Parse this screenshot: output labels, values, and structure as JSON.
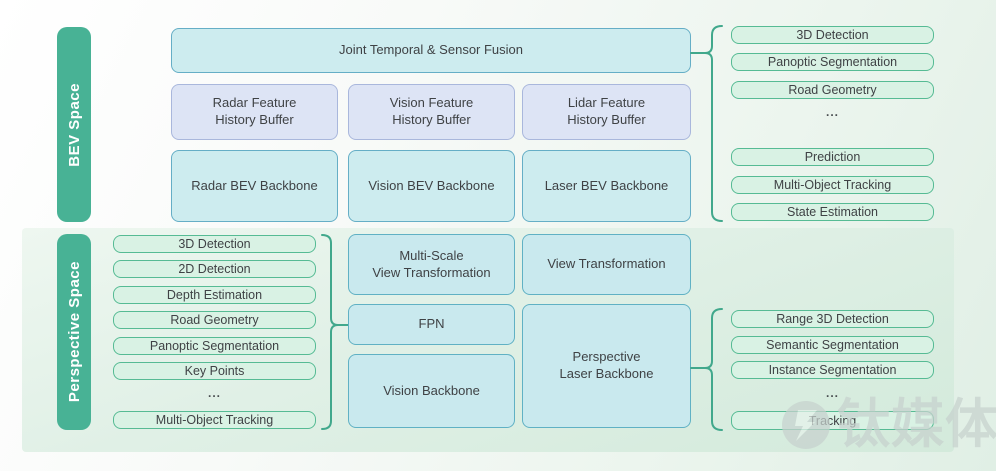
{
  "title": "BEV / Perspective space perception architecture diagram",
  "colors": {
    "pill_green": "#48b295",
    "cyan_fill": "#cdecef",
    "cyan_border": "#65aec6",
    "lavender_fill": "#dde4f5",
    "lavender_border": "#a9b7dc",
    "mint_fill": "#d9f2e4",
    "mint_border": "#56bb94",
    "bracket_green": "#41a88c",
    "text_dark": "#3f4245"
  },
  "bev": {
    "label": "BEV Space",
    "fusion_label": "Joint Temporal & Sensor Fusion",
    "history_buffers": [
      {
        "line1": "Radar Feature",
        "line2": "History Buffer"
      },
      {
        "line1": "Vision Feature",
        "line2": "History Buffer"
      },
      {
        "line1": "Lidar Feature",
        "line2": "History Buffer"
      }
    ],
    "backbones": [
      "Radar BEV Backbone",
      "Vision BEV Backbone",
      "Laser BEV Backbone"
    ],
    "outputs": [
      "3D Detection",
      "Panoptic Segmentation",
      "Road Geometry",
      "...",
      "Prediction",
      "Multi-Object Tracking",
      "State Estimation"
    ]
  },
  "perspective": {
    "label": "Perspective Space",
    "tasks": [
      "3D Detection",
      "2D Detection",
      "Depth Estimation",
      "Road Geometry",
      "Panoptic Segmentation",
      "Key Points",
      "...",
      "Multi-Object Tracking"
    ],
    "vision_stack": {
      "view_transform_line1": "Multi-Scale",
      "view_transform_line2": "View Transformation",
      "fpn": "FPN",
      "backbone": "Vision Backbone"
    },
    "laser_stack": {
      "view_transform": "View Transformation",
      "backbone_line1": "Perspective",
      "backbone_line2": "Laser Backbone"
    },
    "laser_outputs": [
      "Range 3D Detection",
      "Semantic Segmentation",
      "Instance Segmentation",
      "...",
      "Tracking"
    ]
  },
  "watermark": {
    "text": "钛媒体"
  }
}
